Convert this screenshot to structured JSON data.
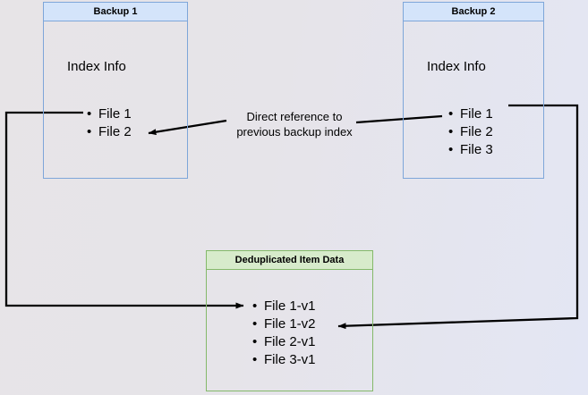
{
  "diagram": {
    "title_hidden": "",
    "background": {
      "gradient_from": "#e7e4e7",
      "gradient_to": "#e3e6f4"
    },
    "colors": {
      "blue_border": "#7ea6d9",
      "blue_header_fill": "#d4e4fa",
      "green_border": "#84b96a",
      "green_header_fill": "#d7ebcb",
      "arrow_stroke": "#000000"
    },
    "boxes": [
      {
        "id": "backup-1",
        "header": "Backup 1",
        "section_label": "Index Info",
        "items": [
          "File 1",
          "File 2"
        ]
      },
      {
        "id": "backup-2",
        "header": "Backup 2",
        "section_label": "Index Info",
        "items": [
          "File 1",
          "File 2",
          "File 3"
        ]
      },
      {
        "id": "deduplicated-item-data",
        "header": "Deduplicated Item Data",
        "items": [
          "File 1-v1",
          "File 1-v2",
          "File 2-v1",
          "File 3-v1"
        ]
      }
    ],
    "annotations": [
      {
        "id": "direct-reference",
        "line1": "Direct reference to",
        "line2": "previous backup index"
      }
    ]
  }
}
